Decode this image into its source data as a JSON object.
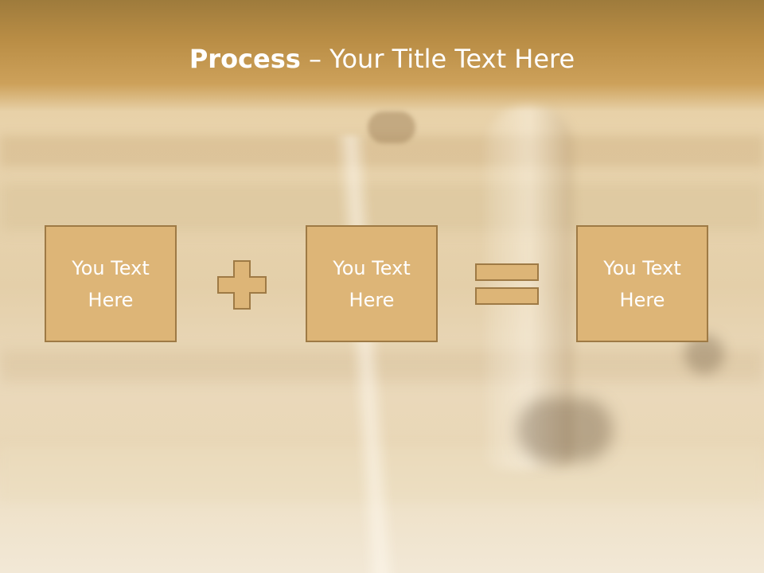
{
  "title": {
    "bold": "Process",
    "rest": " – Your Title Text Here"
  },
  "boxes": [
    {
      "label": "You Text Here"
    },
    {
      "label": "You Text Here"
    },
    {
      "label": "You Text Here"
    }
  ],
  "operators": [
    "plus-icon",
    "equals-icon"
  ],
  "colors": {
    "header": "#b98d45",
    "box_fill": "#ddb577",
    "box_border": "#9e7a45",
    "text": "#ffffff"
  }
}
